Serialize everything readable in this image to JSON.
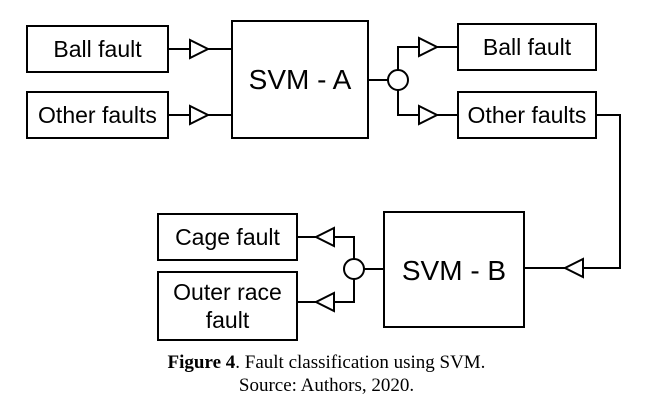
{
  "diagram": {
    "svm_a": {
      "label": "SVM - A"
    },
    "svm_b": {
      "label": "SVM - B"
    },
    "inputs_a": [
      "Ball fault",
      "Other faults"
    ],
    "outputs_a": [
      "Ball fault",
      "Other faults"
    ],
    "outputs_b": [
      "Cage fault",
      "Outer race",
      "fault"
    ]
  },
  "caption": {
    "figure_label": "Figure 4",
    "figure_text": ". Fault classification using SVM.",
    "source": "Source: Authors, 2020."
  }
}
